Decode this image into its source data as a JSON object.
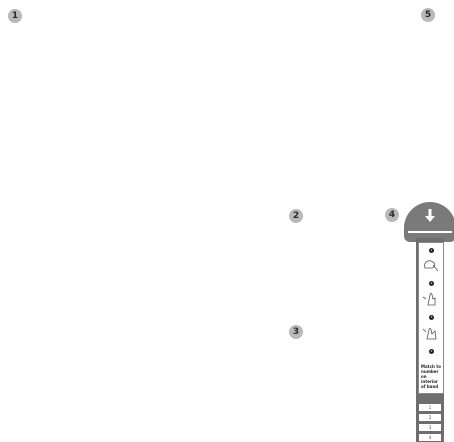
{
  "callouts": {
    "c1": "1",
    "c2": "2",
    "c3": "3",
    "c4": "4",
    "c5": "5"
  },
  "strap": {
    "steps": [
      "1",
      "2",
      "3",
      "4"
    ],
    "match_text": "Match to number on interior of band",
    "sizes": [
      "1",
      "2",
      "3",
      "4"
    ]
  },
  "colors": {
    "callout_fill": "#b9b9b9",
    "strap_gray": "#7a7a7a"
  }
}
